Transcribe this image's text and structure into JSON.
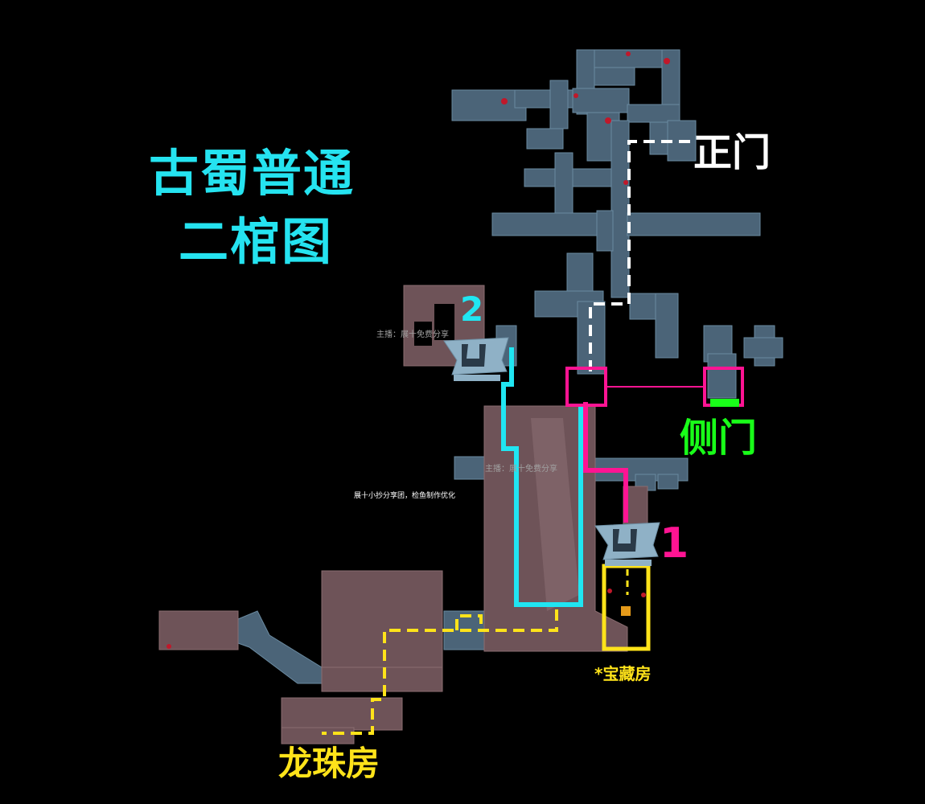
{
  "title": {
    "line1": "古蜀普通",
    "line2": "二棺图"
  },
  "labels": {
    "main_gate": "正门",
    "side_gate": "侧门",
    "treasure_room": "*宝藏房",
    "dragon_pearl_room": "龙珠房",
    "coffin_1": "1",
    "coffin_2": "2"
  },
  "watermarks": {
    "w1": "主播：展十免费分享",
    "w2": "主播：展十免费分享",
    "w3": "展十小抄分享团，检鱼制作优化"
  },
  "colors": {
    "background": "#000000",
    "corridor": "#4b6478",
    "room": "#6e5358",
    "title": "#25e3f0",
    "main_route": "#ffffff",
    "coffin1_route": "#ff1493",
    "coffin2_route": "#20e6f2",
    "side_gate": "#19ff19",
    "treasure": "#ffe31a",
    "coffin_icon": "#8fb1c6"
  },
  "icons": [
    "coffin-icon",
    "coffin-icon"
  ]
}
